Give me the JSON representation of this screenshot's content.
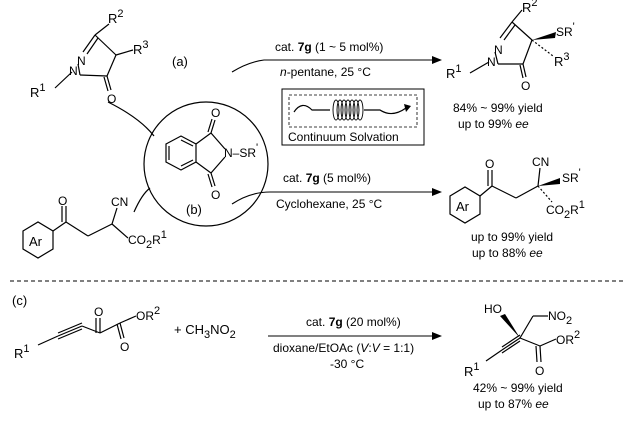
{
  "reaction_a": {
    "label": "(a)",
    "cat_prefix": "cat. ",
    "cat_name": "7g",
    "cat_loading": " (1 ~ 5 mol%)",
    "solvent_italic": "n",
    "solvent_rest": "-pentane, 25 °C",
    "yield": "84% ~ 99% yield",
    "ee_prefix": "up to 99% ",
    "ee_unit": "ee",
    "continuum_label": "Continuum Solvation"
  },
  "reaction_b": {
    "label": "(b)",
    "cat_prefix": "cat. ",
    "cat_name": "7g",
    "cat_loading": " (5 mol%)",
    "conditions": "Cyclohexane, 25 °C",
    "yield": "up to 99% yield",
    "ee_prefix": "up to 88% ",
    "ee_unit": "ee"
  },
  "reaction_c": {
    "label": "(c)",
    "reagent": "+ CH",
    "reagent_sub": "3",
    "reagent_tail": "NO",
    "reagent_sub2": "2",
    "cat_prefix": "cat. ",
    "cat_name": "7g",
    "cat_loading": " (20 mol%)",
    "solvent": "dioxane/EtOAc (",
    "ratio_v1": "V",
    "ratio_colon": ":",
    "ratio_v2": "V",
    "ratio_rest": " = 1:1)",
    "temperature": "-30 °C",
    "yield": "42% ~ 99% yield",
    "ee_prefix": "up to 87% ",
    "ee_unit": "ee"
  },
  "atoms": {
    "N": "N",
    "O": "O",
    "R": "R",
    "sup1": "1",
    "sup2": "2",
    "sup3": "3",
    "SR": "SR",
    "prime": "'",
    "CN": "CN",
    "Ar": "Ar",
    "CO2R": "CO",
    "sub2": "2",
    "HO": "HO",
    "NO2": "NO",
    "OR": "OR",
    "dash": "–",
    "N_SR": "N–SR"
  }
}
